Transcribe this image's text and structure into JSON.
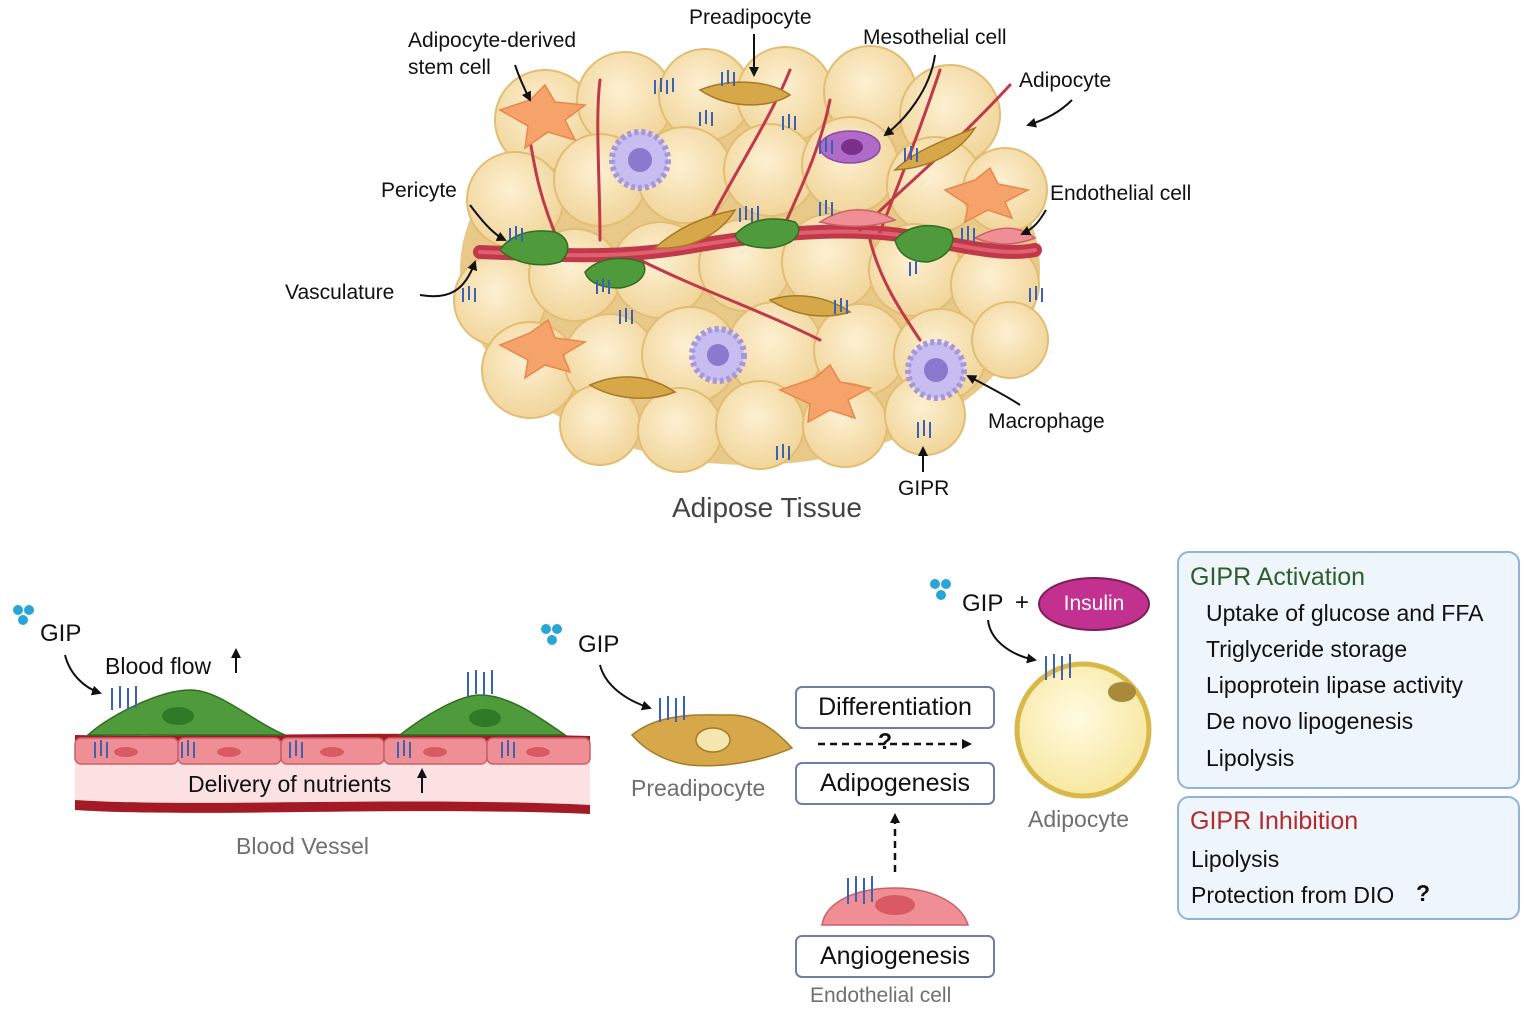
{
  "tissue": {
    "title": "Adipose Tissue",
    "labels": {
      "stem_cell_line1": "Adipocyte-derived",
      "stem_cell_line2": "stem cell",
      "preadipocyte": "Preadipocyte",
      "mesothelial": "Mesothelial cell",
      "adipocyte": "Adipocyte",
      "pericyte": "Pericyte",
      "endothelial": "Endothelial cell",
      "vasculature": "Vasculature",
      "macrophage": "Macrophage",
      "gipr": "GIPR"
    }
  },
  "vessel": {
    "gip": "GIP",
    "blood_flow": "Blood flow",
    "delivery": "Delivery of nutrients",
    "caption": "Blood Vessel"
  },
  "preadipocyte": {
    "gip": "GIP",
    "caption": "Preadipocyte"
  },
  "process": {
    "differentiation": "Differentiation",
    "question": "?",
    "adipogenesis": "Adipogenesis",
    "angiogenesis": "Angiogenesis",
    "endothelial_caption": "Endothelial cell"
  },
  "adipocyte": {
    "gip": "GIP",
    "plus": "+",
    "insulin": "Insulin",
    "caption": "Adipocyte"
  },
  "activation": {
    "title": "GIPR Activation",
    "items": [
      "Uptake of glucose and FFA",
      "Triglyceride storage",
      "Lipoprotein lipase activity",
      "De novo lipogenesis",
      "Lipolysis"
    ]
  },
  "inhibition": {
    "title": "GIPR Inhibition",
    "items": [
      "Lipolysis",
      "Protection from DIO"
    ],
    "item2_mark": "?"
  },
  "colors": {
    "activation_title": "#2e5e2a",
    "inhibition_title": "#b52b2b",
    "insulin": "#c2318f",
    "gip_dot": "#2aa6d6",
    "receptor": "#3a63b8",
    "vessel": "#c0394a",
    "pericyte": "#4f9a3a"
  }
}
